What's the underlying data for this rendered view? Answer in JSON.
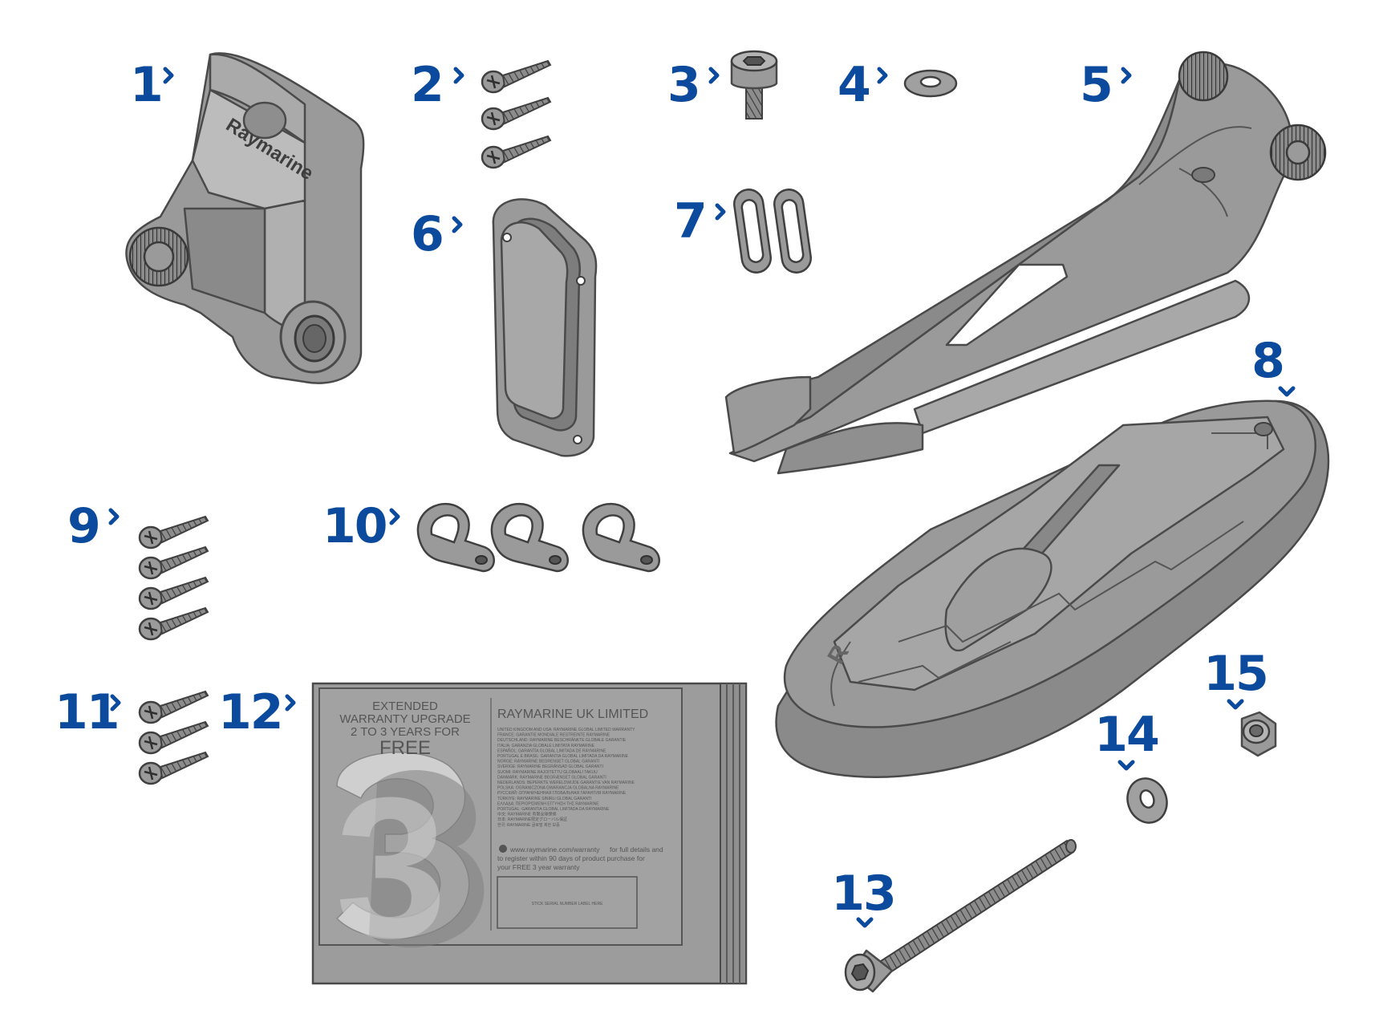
{
  "colors": {
    "callout": "#0b4a9c",
    "part_fill": "#9a9a9a",
    "part_fill_light": "#aaaaaa",
    "part_fill_dark": "#7e7e7e",
    "outline": "#4a4a4a"
  },
  "callouts": {
    "c1": "1",
    "c2": "2",
    "c3": "3",
    "c4": "4",
    "c5": "5",
    "c6": "6",
    "c7": "7",
    "c8": "8",
    "c9": "9",
    "c10": "10",
    "c11": "11",
    "c12": "12",
    "c13": "13",
    "c14": "14",
    "c15": "15"
  },
  "bracket_logo": "Raymarine",
  "warranty_card": {
    "headline_1": "EXTENDED",
    "headline_2": "WARRANTY UPGRADE",
    "headline_3": "2 TO 3 YEARS FOR",
    "headline_4": "FREE",
    "big_numeral": "3",
    "company": "RAYMARINE UK LIMITED",
    "languages": [
      "UNITED KINGDOM AND USA: RAYMARINE GLOBAL LIMITED WARRANTY",
      "FRANCE: GARANTIE MONDIALE RESTREINTE RAYMARINE",
      "DEUTSCHLAND: RAYMARINE BESCHRÄNKTE GLOBALE GARANTIE",
      "ITALIA: GARANZIA GLOBALE LIMITATA RAYMARINE",
      "ESPAÑOL: GARANTÍA GLOBAL LIMITADA DE RAYMARINE",
      "PORTUGAL E BRASIL: GARANTIA GLOBAL LIMITADA DA RAYMARINE",
      "NORGE: RAYMARINE BEGRENSET GLOBAL GARANTI",
      "SVERIGE: RAYMARINE BEGRÄNSAD GLOBAL GARANTI",
      "SUOMI: RAYMARINE RAJOITETTU GLOBAALI TAKUU",
      "DANMARK: RAYMARINE BEGRÆNSET GLOBAL GARANTI",
      "NEDERLANDS: BEPERKTE WERELDWIJDE GARANTIE VAN RAYMARINE",
      "POLSKA: OGRANICZONA GWARANCJA GLOBALNA RAYMARINE",
      "РУССКИЙ: ОГРАНИЧЕННАЯ ГЛОБАЛЬНАЯ ГАРАНТИЯ RAYMARINE",
      "TÜRKIYE: RAYMARINE SINIRLI GLOBAL GARANTI",
      "ΕΛΛΑΔΑ: ΠΕΡΙΟΡΙΣΜΕΝΗ ΕΓΓΥΗΣΗ ΤΗΣ RAYMARINE",
      "PORTUGAL: GARANTIA GLOBAL LIMITADA DA RAYMARINE",
      "中文: RAYMARINE 有限全球保修",
      "日本: RAYMARINE限定グローバル保証",
      "한국: RAYMARINE 글로벌 제한 보증"
    ],
    "footer_url": "www.raymarine.com/warranty",
    "footer_1": "for full details and",
    "footer_2": "to register within 90 days of product purchase for",
    "footer_3": "your FREE 3 year warranty",
    "label_box": "STICK SERIAL NUMBER LABEL HERE"
  }
}
